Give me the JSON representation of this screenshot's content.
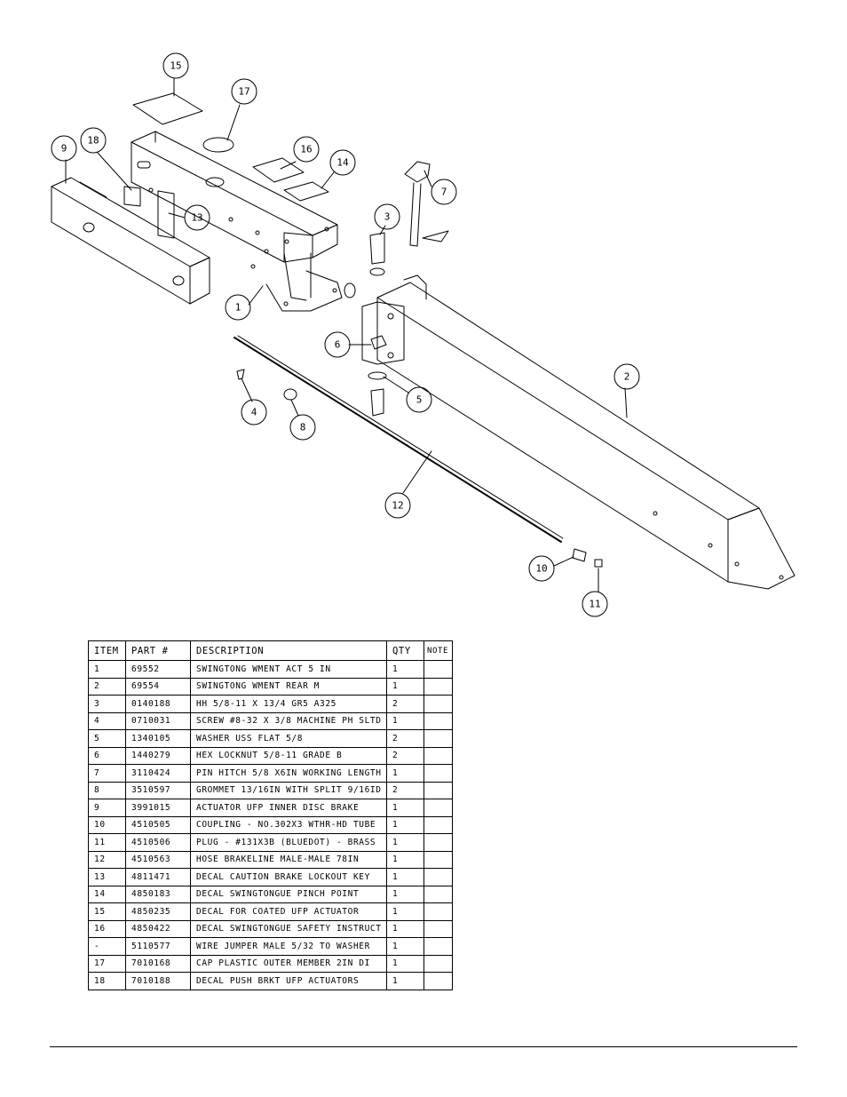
{
  "callouts": [
    {
      "label": "15"
    },
    {
      "label": "17"
    },
    {
      "label": "18"
    },
    {
      "label": "9"
    },
    {
      "label": "16"
    },
    {
      "label": "14"
    },
    {
      "label": "13"
    },
    {
      "label": "7"
    },
    {
      "label": "3"
    },
    {
      "label": "1"
    },
    {
      "label": "6"
    },
    {
      "label": "2"
    },
    {
      "label": "5"
    },
    {
      "label": "4"
    },
    {
      "label": "8"
    },
    {
      "label": "12"
    },
    {
      "label": "10"
    },
    {
      "label": "11"
    }
  ],
  "table": {
    "headers": [
      "ITEM",
      "PART #",
      "DESCRIPTION",
      "QTY",
      "NOTE"
    ],
    "rows": [
      [
        "1",
        "69552",
        "SWINGTONG WMENT ACT 5 IN",
        "1",
        ""
      ],
      [
        "2",
        "69554",
        "SWINGTONG WMENT REAR M",
        "1",
        ""
      ],
      [
        "3",
        "0140188",
        "HH 5/8-11 X 13/4 GR5 A325",
        "2",
        ""
      ],
      [
        "4",
        "0710031",
        "SCREW #8-32 X 3/8 MACHINE PH SLTD",
        "1",
        ""
      ],
      [
        "5",
        "1340105",
        "WASHER USS FLAT 5/8",
        "2",
        ""
      ],
      [
        "6",
        "1440279",
        "HEX LOCKNUT 5/8-11 GRADE B",
        "2",
        ""
      ],
      [
        "7",
        "3110424",
        "PIN HITCH 5/8 X6IN WORKING LENGTH",
        "1",
        ""
      ],
      [
        "8",
        "3510597",
        "GROMMET 13/16IN WITH SPLIT 9/16ID",
        "2",
        ""
      ],
      [
        "9",
        "3991015",
        "ACTUATOR UFP INNER DISC BRAKE",
        "1",
        ""
      ],
      [
        "10",
        "4510505",
        "COUPLING - NO.302X3 WTHR-HD TUBE",
        "1",
        ""
      ],
      [
        "11",
        "4510506",
        "PLUG - #131X3B (BLUEDOT) - BRASS",
        "1",
        ""
      ],
      [
        "12",
        "4510563",
        "HOSE BRAKELINE MALE-MALE 78IN",
        "1",
        ""
      ],
      [
        "13",
        "4811471",
        "DECAL CAUTION BRAKE LOCKOUT KEY",
        "1",
        ""
      ],
      [
        "14",
        "4850183",
        "DECAL SWINGTONGUE PINCH POINT",
        "1",
        ""
      ],
      [
        "15",
        "4850235",
        "DECAL FOR COATED UFP ACTUATOR",
        "1",
        ""
      ],
      [
        "16",
        "4850422",
        "DECAL SWINGTONGUE SAFETY INSTRUCT",
        "1",
        ""
      ],
      [
        "-",
        "5110577",
        "WIRE JUMPER MALE 5/32 TO WASHER",
        "1",
        ""
      ],
      [
        "17",
        "7010168",
        "CAP PLASTIC OUTER MEMBER 2IN DI",
        "1",
        ""
      ],
      [
        "18",
        "7010188",
        "DECAL PUSH BRKT UFP ACTUATORS",
        "1",
        ""
      ]
    ]
  }
}
